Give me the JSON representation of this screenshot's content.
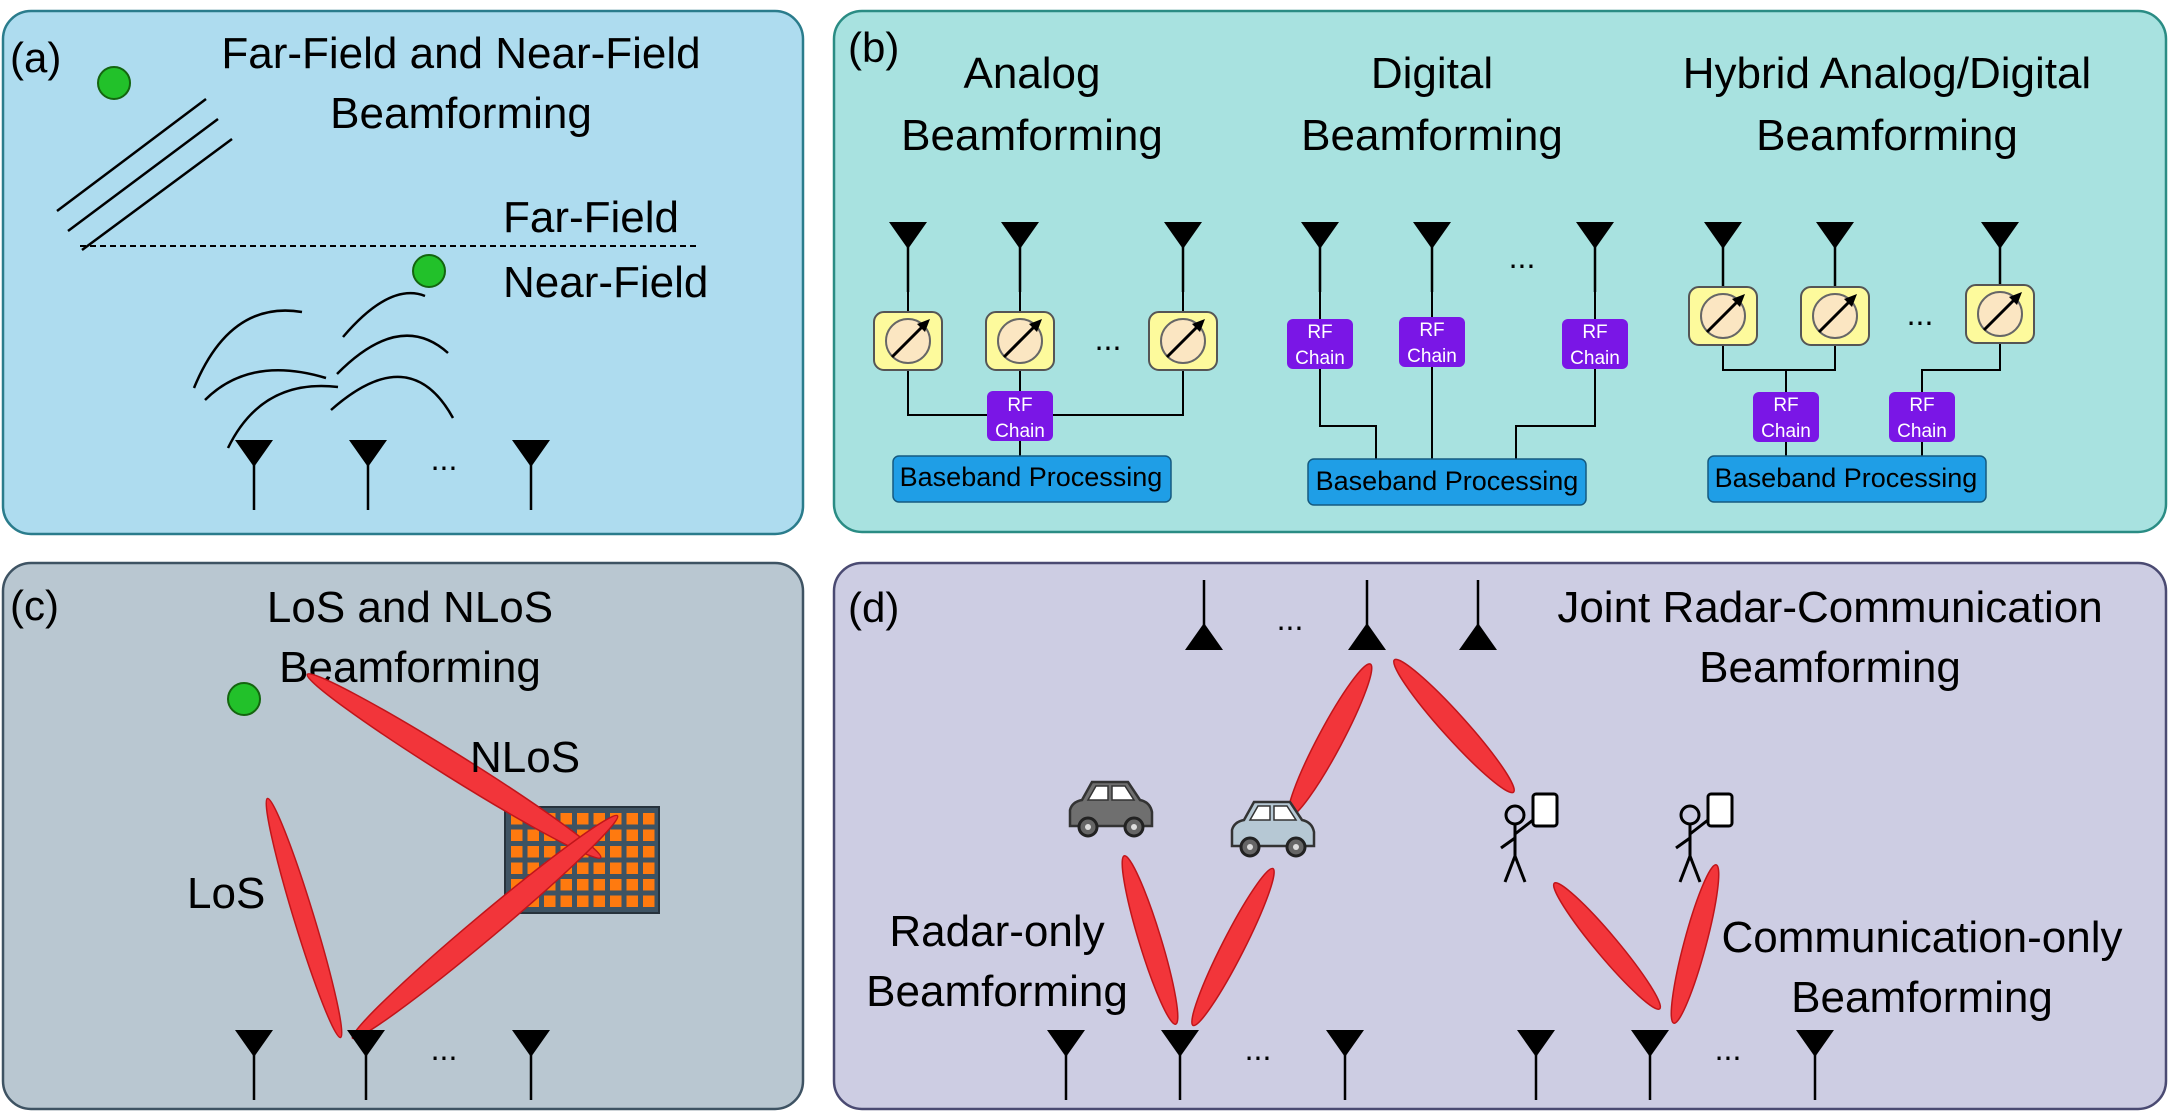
{
  "panels": {
    "a": {
      "tag": "(a)",
      "title_line1": "Far-Field and Near-Field",
      "title_line2": "Beamforming",
      "far_label": "Far-Field",
      "near_label": "Near-Field",
      "ellipsis": "..."
    },
    "b": {
      "tag": "(b)",
      "analog_line1": "Analog",
      "analog_line2": "Beamforming",
      "digital_line1": "Digital",
      "digital_line2": "Beamforming",
      "hybrid_line1": "Hybrid Analog/Digital",
      "hybrid_line2": "Beamforming",
      "rf_line1": "RF",
      "rf_line2": "Chain",
      "baseband": "Baseband Processing",
      "ellipsis": "..."
    },
    "c": {
      "tag": "(c)",
      "title_line1": "LoS and NLoS",
      "title_line2": "Beamforming",
      "nlos_label": "NLoS",
      "los_label": "LoS",
      "ellipsis": "..."
    },
    "d": {
      "tag": "(d)",
      "title_line1": "Joint Radar-Communication",
      "title_line2": "Beamforming",
      "radar_line1": "Radar-only",
      "radar_line2": "Beamforming",
      "comm_line1": "Communication-only",
      "comm_line2": "Beamforming",
      "ellipsis": "..."
    }
  },
  "colors": {
    "panel_a_bg": "#aedcef",
    "panel_b_bg": "#a8e2e0",
    "panel_c_bg": "#b9c7d1",
    "panel_d_bg": "#cdcde3",
    "rf_chain": "#7a16e6",
    "baseband": "#1f9ee6",
    "phase_shifter": "#fdfa9c",
    "beam": "#f2353a",
    "user_dot": "#22c12a",
    "ris_fill": "#ff7a0f"
  }
}
